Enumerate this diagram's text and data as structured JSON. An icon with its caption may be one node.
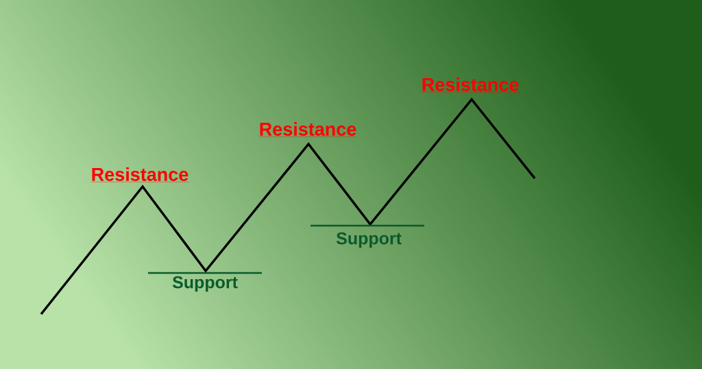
{
  "diagram": {
    "labels": [
      "Resistance",
      "Support",
      "Resistance",
      "Support",
      "Resistance"
    ]
  }
}
